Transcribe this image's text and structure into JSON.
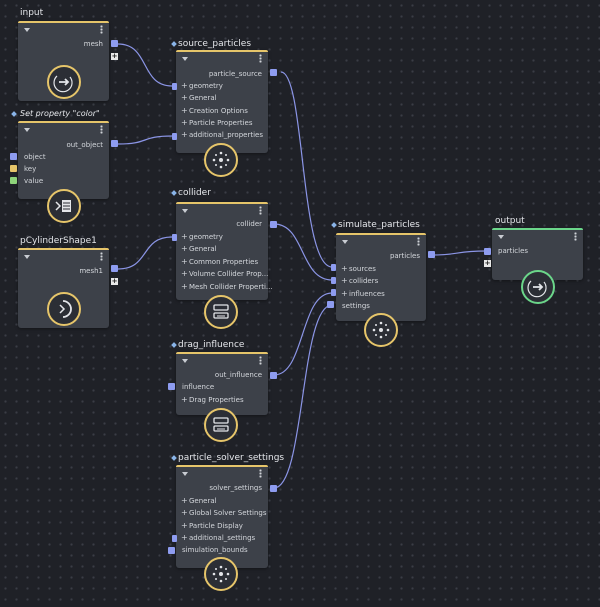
{
  "colors": {
    "node_bg": "#3d4149",
    "accent_yellow": "#e6c56a",
    "accent_green": "#6bd68a",
    "port_blue": "#8e9cf0",
    "wire": "#8b95e6"
  },
  "nodes": {
    "input": {
      "title": "input",
      "out": "mesh"
    },
    "set_property": {
      "title": "Set property \"color\"",
      "out": "out_object",
      "inputs": [
        "object",
        "key",
        "value"
      ]
    },
    "pcylinder": {
      "title": "pCylinderShape1",
      "out": "mesh1"
    },
    "source_particles": {
      "title": "source_particles",
      "out": "particle_source",
      "inputs": [
        "geometry",
        "General",
        "Creation Options",
        "Particle Properties",
        "additional_properties"
      ]
    },
    "collider": {
      "title": "collider",
      "out": "collider",
      "inputs": [
        "geometry",
        "General",
        "Common Properties",
        "Volume Collider Prop...",
        "Mesh Collider Properti..."
      ]
    },
    "drag_influence": {
      "title": "drag_influence",
      "out": "out_influence",
      "inputs": [
        "influence",
        "Drag Properties"
      ]
    },
    "particle_solver_settings": {
      "title": "particle_solver_settings",
      "out": "solver_settings",
      "inputs": [
        "General",
        "Global Solver Settings",
        "Particle Display",
        "additional_settings",
        "simulation_bounds"
      ]
    },
    "simulate_particles": {
      "title": "simulate_particles",
      "out": "particles",
      "inputs": [
        "sources",
        "colliders",
        "influences",
        "settings"
      ]
    },
    "output": {
      "title": "output",
      "inputs": [
        "particles"
      ]
    }
  },
  "icons": {
    "input": "arrow-right-icon",
    "set_property": "set-property-icon",
    "pcylinder": "half-circle-icon",
    "source_particles": "particle-burst-icon",
    "collider": "collider-icon",
    "drag_influence": "collider-icon",
    "particle_solver_settings": "particle-burst-icon",
    "simulate_particles": "particle-burst-icon",
    "output": "arrow-right-icon"
  }
}
